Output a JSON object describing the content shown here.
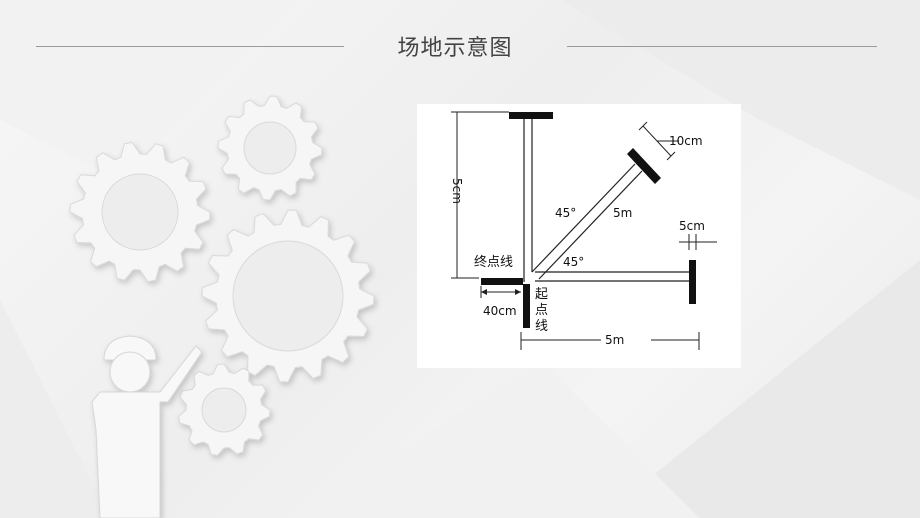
{
  "title": "场地示意图",
  "diagram": {
    "label_top_width": "10cm",
    "label_vertical_dim": "5cm",
    "label_angle_upper": "45°",
    "label_diagonal_len": "5m",
    "label_right_width": "5cm",
    "label_finish_line": "终点线",
    "label_angle_lower": "45°",
    "label_start_line_1": "起",
    "label_start_line_2": "点",
    "label_start_line_3": "线",
    "label_offset": "40cm",
    "label_bottom_len": "5m"
  }
}
